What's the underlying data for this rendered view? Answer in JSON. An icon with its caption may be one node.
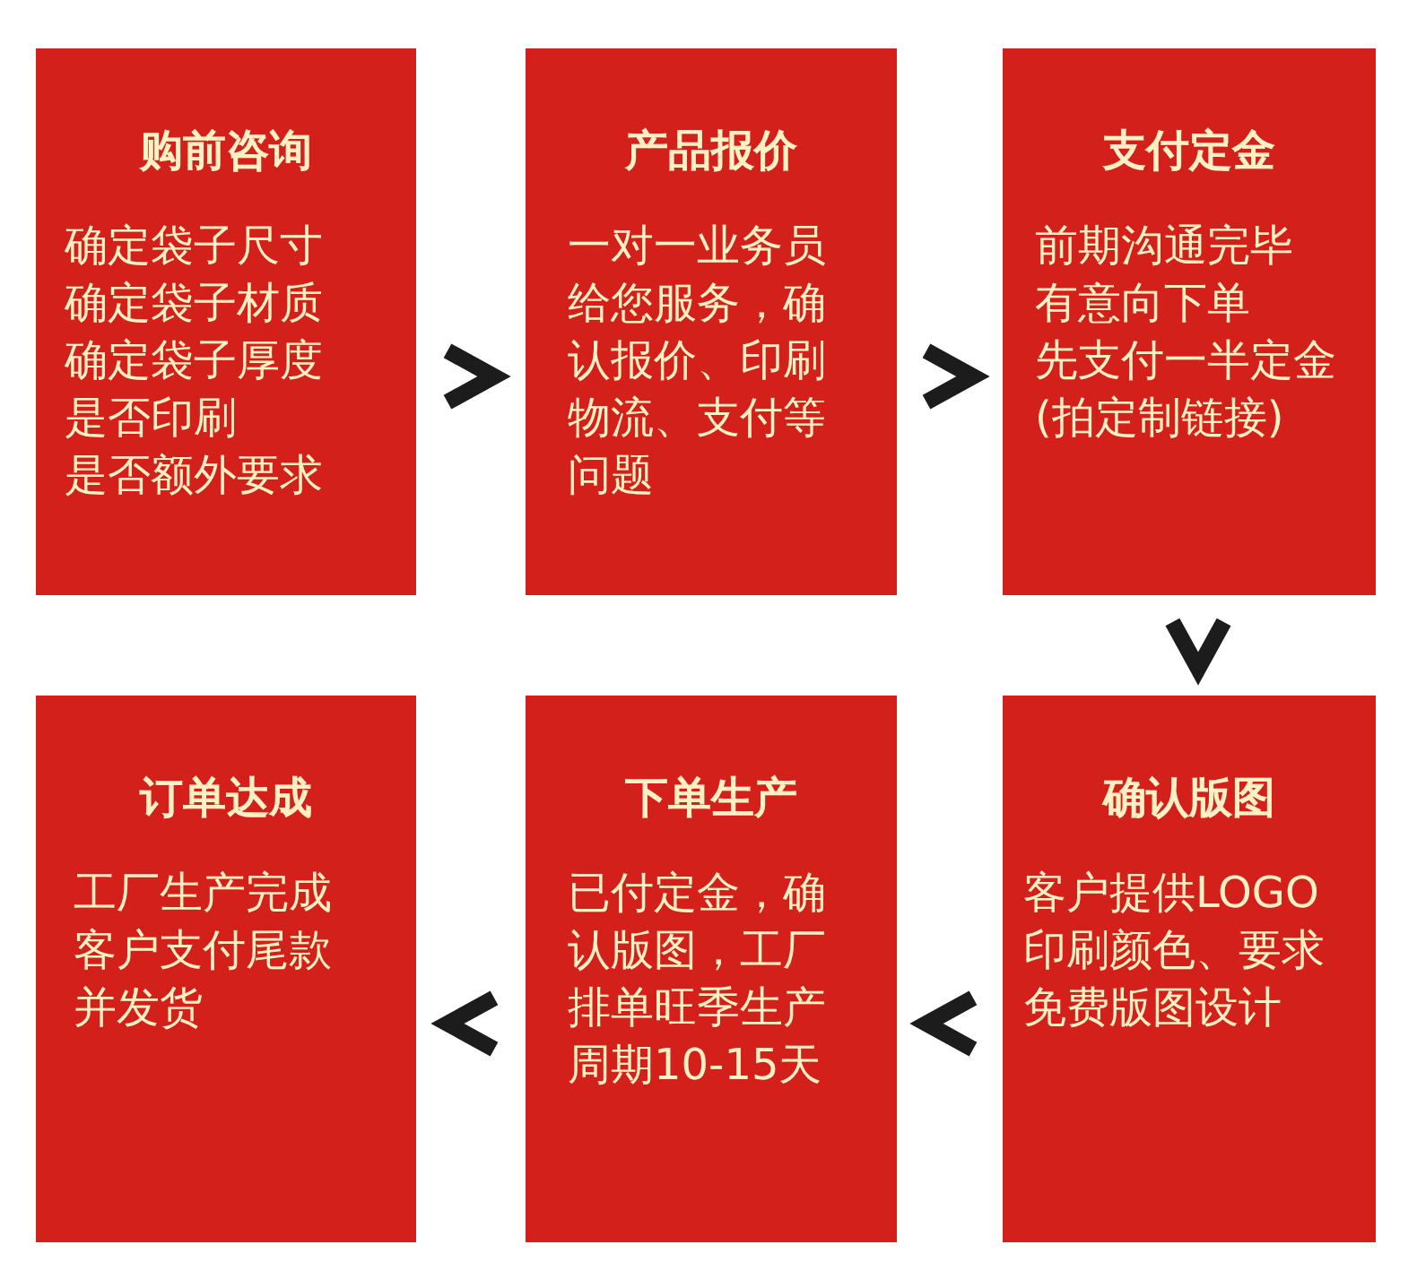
{
  "diagram": {
    "nodes": [
      {
        "text": [
          "购前咨询",
          "确定袋子尺寸",
          "确定袋子材质",
          "确定袋子厚度",
          "是否印刷",
          "是否额外要求"
        ]
      },
      {
        "text": [
          "产品报价",
          "一对一业务员给您服务，确认报价、印刷物流、支付等问题"
        ]
      },
      {
        "text": [
          "支付定金",
          "前期沟通完毕",
          "有意向下单",
          "先支付一半定金(拍定制链接)"
        ]
      },
      {
        "text": [
          "订单达成",
          "工厂生产完成",
          "客户支付尾款",
          "并发货"
        ]
      },
      {
        "text": [
          "下单生产",
          "已付定金，确认版图，工厂排单旺季生产周期10-15天"
        ]
      },
      {
        "text": [
          "确认版图",
          "客户提供LOGO",
          "印刷颜色、要求",
          "免费版图设计"
        ]
      }
    ],
    "edges": [
      {
        "from": 0,
        "to": 1,
        "arrow": "to"
      },
      {
        "from": 1,
        "to": 2,
        "arrow": "to"
      },
      {
        "from": 2,
        "to": 5,
        "arrow": "to"
      },
      {
        "from": 5,
        "to": 4,
        "arrow": "to"
      },
      {
        "from": 4,
        "to": 3,
        "arrow": "to"
      }
    ]
  }
}
